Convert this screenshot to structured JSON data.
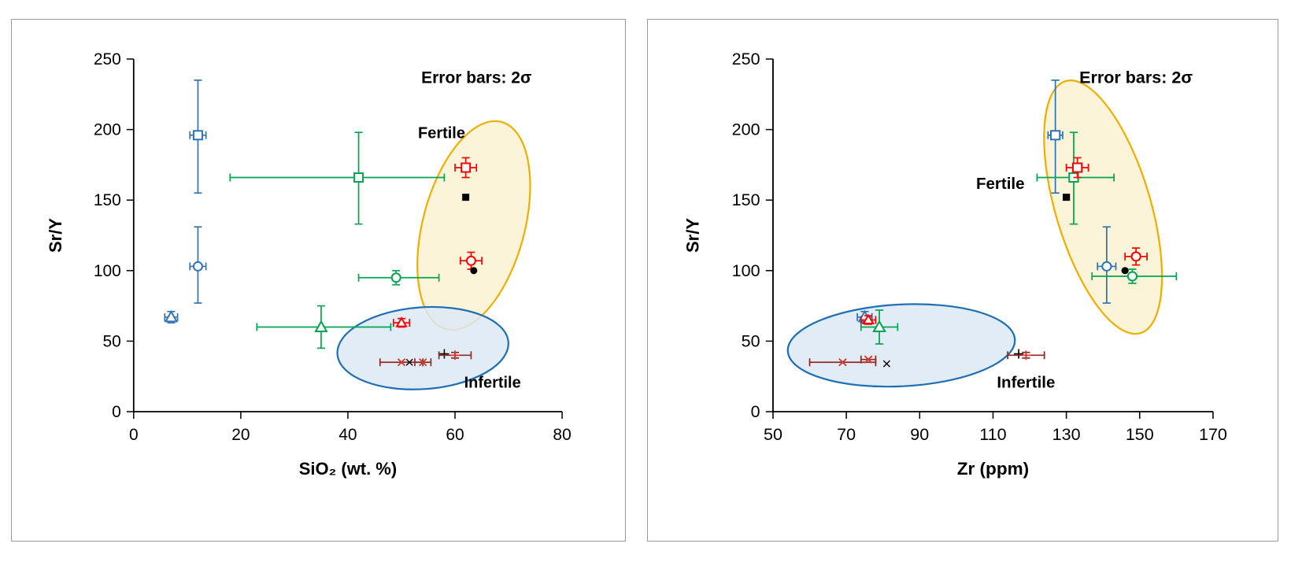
{
  "figure": {
    "background": "#FFFFFF",
    "panel_border_color": "#999999"
  },
  "colors": {
    "blue": "#2E75B6",
    "green": "#00A551",
    "red": "#FF0000",
    "dark_red": "#8E2A21",
    "black": "#000000",
    "fertile_fill": "#FBF3D5",
    "fertile_stroke": "#EFAF00",
    "infertile_fill": "#DDE9F4",
    "infertile_stroke": "#1F6FB5"
  },
  "chart_data": [
    {
      "type": "scatter",
      "title": "",
      "xlabel": "SiO₂ (wt. %)",
      "ylabel": "Sr/Y",
      "xlim": [
        0,
        80
      ],
      "ylim": [
        0,
        250
      ],
      "xticks": [
        0,
        20,
        40,
        60,
        80
      ],
      "yticks": [
        0,
        50,
        100,
        150,
        200,
        250
      ],
      "grid": false,
      "legend": "none",
      "annotations": [
        {
          "text": "Error bars: 2σ",
          "x": 64,
          "y": 233,
          "bold": true,
          "size": 21
        },
        {
          "text": "Fertile",
          "x": 57.5,
          "y": 194,
          "bold": true,
          "size": 20
        },
        {
          "text": "Infertile",
          "x": 67,
          "y": 17,
          "bold": true,
          "size": 20
        }
      ],
      "regions": [
        {
          "name": "fertile-ellipse",
          "cx": 63.5,
          "cy": 132,
          "rx": 9.5,
          "ry": 76,
          "rotate": 15,
          "fill": "#FBF3D5",
          "fill_opacity": 0.9,
          "stroke": "#EFAF00"
        },
        {
          "name": "infertile-ellipse",
          "cx": 54,
          "cy": 45,
          "rx": 16,
          "ry": 29,
          "rotate": -4,
          "fill": "#DDE9F4",
          "fill_opacity": 0.85,
          "stroke": "#1F6FB5"
        }
      ],
      "series": [
        {
          "name": "blue-open-square",
          "marker": "square",
          "fill": "open",
          "color": "#2E75B6",
          "points": [
            {
              "x": 12,
              "y": 196,
              "ex": [
                1.5,
                1.5
              ],
              "ey": [
                41,
                39
              ]
            }
          ]
        },
        {
          "name": "blue-open-circle",
          "marker": "circle",
          "fill": "open",
          "color": "#2E75B6",
          "points": [
            {
              "x": 12,
              "y": 103,
              "ex": [
                1.5,
                1.5
              ],
              "ey": [
                26,
                28
              ]
            }
          ]
        },
        {
          "name": "blue-open-triangle",
          "marker": "triangle",
          "fill": "open",
          "color": "#2E75B6",
          "points": [
            {
              "x": 7,
              "y": 67,
              "ex": [
                1.2,
                1.2
              ],
              "ey": [
                4,
                4
              ]
            }
          ]
        },
        {
          "name": "green-open-square",
          "marker": "square",
          "fill": "open",
          "color": "#00A551",
          "points": [
            {
              "x": 42,
              "y": 166,
              "ex": [
                24,
                16
              ],
              "ey": [
                33,
                32
              ]
            }
          ]
        },
        {
          "name": "green-open-circle",
          "marker": "circle",
          "fill": "open",
          "color": "#00A551",
          "points": [
            {
              "x": 49,
              "y": 95,
              "ex": [
                7,
                8
              ],
              "ey": [
                5,
                5
              ]
            }
          ]
        },
        {
          "name": "green-open-triangle",
          "marker": "triangle",
          "fill": "open",
          "color": "#00A551",
          "points": [
            {
              "x": 35,
              "y": 60,
              "ex": [
                12,
                13
              ],
              "ey": [
                15,
                15
              ]
            }
          ]
        },
        {
          "name": "red-open-square",
          "marker": "square",
          "fill": "open",
          "color": "#FF0000",
          "points": [
            {
              "x": 62,
              "y": 173,
              "ex": [
                2,
                2
              ],
              "ey": [
                7,
                7
              ]
            }
          ]
        },
        {
          "name": "red-open-circle",
          "marker": "circle",
          "fill": "open",
          "color": "#FF0000",
          "points": [
            {
              "x": 63,
              "y": 107,
              "ex": [
                2,
                2
              ],
              "ey": [
                6,
                6
              ]
            }
          ]
        },
        {
          "name": "red-open-triangle",
          "marker": "triangle",
          "fill": "open",
          "color": "#FF0000",
          "size": 9,
          "points": [
            {
              "x": 50,
              "y": 63,
              "ex": [
                1.5,
                1.5
              ],
              "ey": [
                3,
                3
              ]
            }
          ]
        },
        {
          "name": "black-filled-square",
          "marker": "square",
          "fill": "solid",
          "color": "#000000",
          "size": 9,
          "points": [
            {
              "x": 62,
              "y": 152
            }
          ]
        },
        {
          "name": "black-filled-circle",
          "marker": "circle",
          "fill": "solid",
          "color": "#000000",
          "size": 9,
          "points": [
            {
              "x": 63.5,
              "y": 100
            }
          ]
        },
        {
          "name": "red-x-long-bar",
          "marker": "x",
          "color": "#D23A2E",
          "err_color": "#8E2A21",
          "size": 9,
          "points": [
            {
              "x": 50,
              "y": 35,
              "ex": [
                4,
                4
              ]
            }
          ]
        },
        {
          "name": "red-x-short-bar",
          "marker": "x",
          "color": "#D23A2E",
          "err_color": "#8E2A21",
          "size": 9,
          "points": [
            {
              "x": 54,
              "y": 35,
              "ex": [
                1.5,
                1.5
              ]
            }
          ]
        },
        {
          "name": "black-x",
          "marker": "x",
          "color": "#000000",
          "size": 8,
          "stroke": 1.4,
          "points": [
            {
              "x": 51.5,
              "y": 35
            }
          ]
        },
        {
          "name": "black-plus",
          "marker": "plus",
          "color": "#000000",
          "size": 10,
          "stroke": 1.6,
          "points": [
            {
              "x": 58,
              "y": 41
            }
          ]
        },
        {
          "name": "red-plus",
          "marker": "plus",
          "color": "#D23A2E",
          "err_color": "#8E2A21",
          "size": 10,
          "stroke": 1.7,
          "points": [
            {
              "x": 60,
              "y": 40,
              "ex": [
                3,
                3
              ],
              "ey": [
                2,
                2
              ]
            }
          ]
        }
      ]
    },
    {
      "type": "scatter",
      "title": "",
      "xlabel": "Zr (ppm)",
      "ylabel": "Sr/Y",
      "xlim": [
        50,
        170
      ],
      "ylim": [
        0,
        250
      ],
      "xticks": [
        50,
        70,
        90,
        110,
        130,
        150,
        170
      ],
      "yticks": [
        0,
        50,
        100,
        150,
        200,
        250
      ],
      "grid": false,
      "legend": "none",
      "annotations": [
        {
          "text": "Error bars: 2σ",
          "x": 149,
          "y": 233,
          "bold": true,
          "size": 21
        },
        {
          "text": "Fertile",
          "x": 112,
          "y": 158,
          "bold": true,
          "size": 20
        },
        {
          "text": "Infertile",
          "x": 119,
          "y": 17,
          "bold": true,
          "size": 20
        }
      ],
      "regions": [
        {
          "name": "fertile-ellipse",
          "cx": 140,
          "cy": 145,
          "rx": 13,
          "ry": 93,
          "rotate": -16,
          "fill": "#FBF3D5",
          "fill_opacity": 0.9,
          "stroke": "#EFAF00"
        },
        {
          "name": "infertile-ellipse",
          "cx": 85,
          "cy": 47,
          "rx": 31,
          "ry": 29,
          "rotate": -3,
          "fill": "#DDE9F4",
          "fill_opacity": 0.85,
          "stroke": "#1F6FB5"
        }
      ],
      "series": [
        {
          "name": "blue-open-square",
          "marker": "square",
          "fill": "open",
          "color": "#2E75B6",
          "points": [
            {
              "x": 127,
              "y": 196,
              "ex": [
                2,
                2
              ],
              "ey": [
                41,
                39
              ]
            }
          ]
        },
        {
          "name": "blue-open-circle",
          "marker": "circle",
          "fill": "open",
          "color": "#2E75B6",
          "points": [
            {
              "x": 141,
              "y": 103,
              "ex": [
                2.5,
                2.5
              ],
              "ey": [
                26,
                28
              ]
            }
          ]
        },
        {
          "name": "blue-open-triangle",
          "marker": "triangle",
          "fill": "open",
          "color": "#2E75B6",
          "points": [
            {
              "x": 75,
              "y": 67,
              "ex": [
                2,
                2
              ],
              "ey": [
                4,
                4
              ]
            }
          ]
        },
        {
          "name": "green-open-square",
          "marker": "square",
          "fill": "open",
          "color": "#00A551",
          "points": [
            {
              "x": 132,
              "y": 166,
              "ex": [
                10,
                11
              ],
              "ey": [
                33,
                32
              ]
            }
          ]
        },
        {
          "name": "green-open-circle",
          "marker": "circle",
          "fill": "open",
          "color": "#00A551",
          "points": [
            {
              "x": 148,
              "y": 96,
              "ex": [
                11,
                12
              ],
              "ey": [
                5,
                5
              ]
            }
          ]
        },
        {
          "name": "green-open-triangle",
          "marker": "triangle",
          "fill": "open",
          "color": "#00A551",
          "points": [
            {
              "x": 79,
              "y": 60,
              "ex": [
                5,
                5
              ],
              "ey": [
                12,
                12
              ]
            }
          ]
        },
        {
          "name": "red-open-square",
          "marker": "square",
          "fill": "open",
          "color": "#FF0000",
          "points": [
            {
              "x": 133,
              "y": 173,
              "ex": [
                3,
                3
              ],
              "ey": [
                7,
                7
              ]
            }
          ]
        },
        {
          "name": "red-open-circle",
          "marker": "circle",
          "fill": "open",
          "color": "#FF0000",
          "points": [
            {
              "x": 149,
              "y": 110,
              "ex": [
                3,
                3
              ],
              "ey": [
                6,
                6
              ]
            }
          ]
        },
        {
          "name": "red-open-triangle",
          "marker": "triangle",
          "fill": "open",
          "color": "#FF0000",
          "size": 9,
          "points": [
            {
              "x": 76,
              "y": 65,
              "ex": [
                2,
                2
              ],
              "ey": [
                3,
                3
              ]
            }
          ]
        },
        {
          "name": "black-filled-square",
          "marker": "square",
          "fill": "solid",
          "color": "#000000",
          "size": 9,
          "points": [
            {
              "x": 130,
              "y": 152
            }
          ]
        },
        {
          "name": "black-filled-circle",
          "marker": "circle",
          "fill": "solid",
          "color": "#000000",
          "size": 9,
          "points": [
            {
              "x": 146,
              "y": 100
            }
          ]
        },
        {
          "name": "red-x-long-bar",
          "marker": "x",
          "color": "#D23A2E",
          "err_color": "#8E2A21",
          "size": 9,
          "points": [
            {
              "x": 69,
              "y": 35,
              "ex": [
                9,
                9
              ]
            }
          ]
        },
        {
          "name": "red-x-short-bar",
          "marker": "x",
          "color": "#D23A2E",
          "err_color": "#8E2A21",
          "size": 9,
          "points": [
            {
              "x": 76,
              "y": 37,
              "ex": [
                2,
                2
              ]
            }
          ]
        },
        {
          "name": "black-x",
          "marker": "x",
          "color": "#000000",
          "size": 8,
          "stroke": 1.4,
          "points": [
            {
              "x": 81,
              "y": 34
            }
          ]
        },
        {
          "name": "black-plus",
          "marker": "plus",
          "color": "#000000",
          "size": 10,
          "stroke": 1.6,
          "points": [
            {
              "x": 117,
              "y": 41
            }
          ]
        },
        {
          "name": "red-plus",
          "marker": "plus",
          "color": "#D23A2E",
          "err_color": "#8E2A21",
          "size": 10,
          "stroke": 1.7,
          "points": [
            {
              "x": 119,
              "y": 40,
              "ex": [
                5,
                5
              ],
              "ey": [
                2,
                2
              ]
            }
          ]
        }
      ]
    }
  ]
}
